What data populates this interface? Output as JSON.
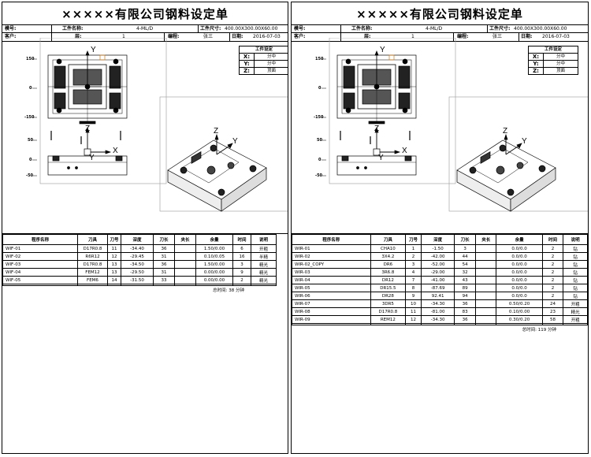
{
  "sheets": [
    {
      "title": "×××××有限公司钢料设定单",
      "header": {
        "model_label": "模号:",
        "part_name_label": "工件名称:",
        "part_name": "4-ML/D",
        "part_size_label": "工件尺寸:",
        "part_size": "400.00X300.00X60.00",
        "customer_label": "客户:",
        "layer_label": "层:",
        "layer_value": "1",
        "programmer_label": "编程:",
        "programmer_value": "张三",
        "date_label": "日期:",
        "date_value": "2016-07-03"
      },
      "setup": {
        "caption": "工件设定",
        "rows": [
          {
            "axis": "X:",
            "dir": "分中"
          },
          {
            "axis": "Y:",
            "dir": "分中"
          },
          {
            "axis": "Z:",
            "dir": "顶面"
          }
        ]
      },
      "ticks": [
        "150",
        "0",
        "-150",
        "50",
        "0",
        "-50"
      ],
      "view_labels": {
        "y_top": "Y",
        "x_front": "X",
        "y_front": "Y",
        "z_front": "Z",
        "z_iso": "Z",
        "y_iso": "Y"
      },
      "table": {
        "headers": [
          "程序名称",
          "刀具",
          "刀号",
          "深度",
          "刀长",
          "夹长",
          "余量",
          "时间",
          "说明"
        ],
        "rows": [
          [
            "WIF-01",
            "D17R0.8",
            "11",
            "-34.40",
            "36",
            "",
            "1.50/0.00",
            "6",
            "开粗"
          ],
          [
            "WIF-02",
            "R6R12",
            "12",
            "-29.45",
            "31",
            "",
            "0.10/0.05",
            "16",
            "半精"
          ],
          [
            "WIF-03",
            "D17R0.8",
            "13",
            "-34.50",
            "36",
            "",
            "1.50/0.00",
            "3",
            "精光"
          ],
          [
            "WIF-04",
            "FEM12",
            "13",
            "-29.50",
            "31",
            "",
            "0.00/0.00",
            "9",
            "精光"
          ],
          [
            "WIF-05",
            "FEM6",
            "14",
            "-31.50",
            "33",
            "",
            "0.00/0.00",
            "2",
            "精光"
          ]
        ],
        "total_label": "总时间:",
        "total_value": "38",
        "total_unit": "分钟"
      }
    },
    {
      "title": "×××××有限公司钢料设定单",
      "header": {
        "model_label": "模号:",
        "part_name_label": "工件名称:",
        "part_name": "4-ML/D",
        "part_size_label": "工件尺寸:",
        "part_size": "400.00X300.00X60.00",
        "customer_label": "客户:",
        "layer_label": "层:",
        "layer_value": "1",
        "programmer_label": "编程:",
        "programmer_value": "张三",
        "date_label": "日期:",
        "date_value": "2016-07-03"
      },
      "setup": {
        "caption": "工件设定",
        "rows": [
          {
            "axis": "X:",
            "dir": "分中"
          },
          {
            "axis": "Y:",
            "dir": "分中"
          },
          {
            "axis": "Z:",
            "dir": "顶面"
          }
        ]
      },
      "ticks": [
        "150",
        "0",
        "-150",
        "50",
        "0",
        "-50"
      ],
      "view_labels": {
        "y_top": "Y",
        "x_front": "X",
        "y_front": "Y",
        "z_front": "Z",
        "z_iso": "Z",
        "y_iso": "Y"
      },
      "table": {
        "headers": [
          "程序名称",
          "刀具",
          "刀号",
          "深度",
          "刀长",
          "夹长",
          "余量",
          "时间",
          "说明"
        ],
        "rows": [
          [
            "WIR-01",
            "CHA10",
            "1",
            "-1.50",
            "3",
            "",
            "0.0/0.0",
            "2",
            "钻"
          ],
          [
            "WIR-02",
            "3X4.2",
            "2",
            "-42.00",
            "44",
            "",
            "0.0/0.0",
            "2",
            "钻"
          ],
          [
            "WIR-02_COPY",
            "DR6",
            "3",
            "-52.00",
            "54",
            "",
            "0.0/0.0",
            "2",
            "钻"
          ],
          [
            "WIR-03",
            "3R6.8",
            "4",
            "-29.00",
            "32",
            "",
            "0.0/0.0",
            "2",
            "钻"
          ],
          [
            "WIR-04",
            "DR12",
            "7",
            "-41.00",
            "43",
            "",
            "0.0/0.0",
            "2",
            "钻"
          ],
          [
            "WIR-05",
            "DR15.5",
            "8",
            "-87.69",
            "89",
            "",
            "0.0/0.0",
            "2",
            "钻"
          ],
          [
            "WIR-06",
            "DR28",
            "9",
            "92.41",
            "94",
            "",
            "0.0/0.0",
            "2",
            "钻"
          ],
          [
            "WIR-07",
            "3DR5",
            "10",
            "-34.30",
            "36",
            "",
            "0.50/0.20",
            "24",
            "开粗"
          ],
          [
            "WIR-08",
            "D17R0.8",
            "11",
            "-81.00",
            "83",
            "",
            "0.10/0.00",
            "23",
            "精光"
          ],
          [
            "WIR-09",
            "REM12",
            "12",
            "-34.30",
            "36",
            "",
            "0.30/0.20",
            "58",
            "开粗"
          ]
        ],
        "total_label": "总时间:",
        "total_value": "119",
        "total_unit": "分钟"
      }
    }
  ]
}
